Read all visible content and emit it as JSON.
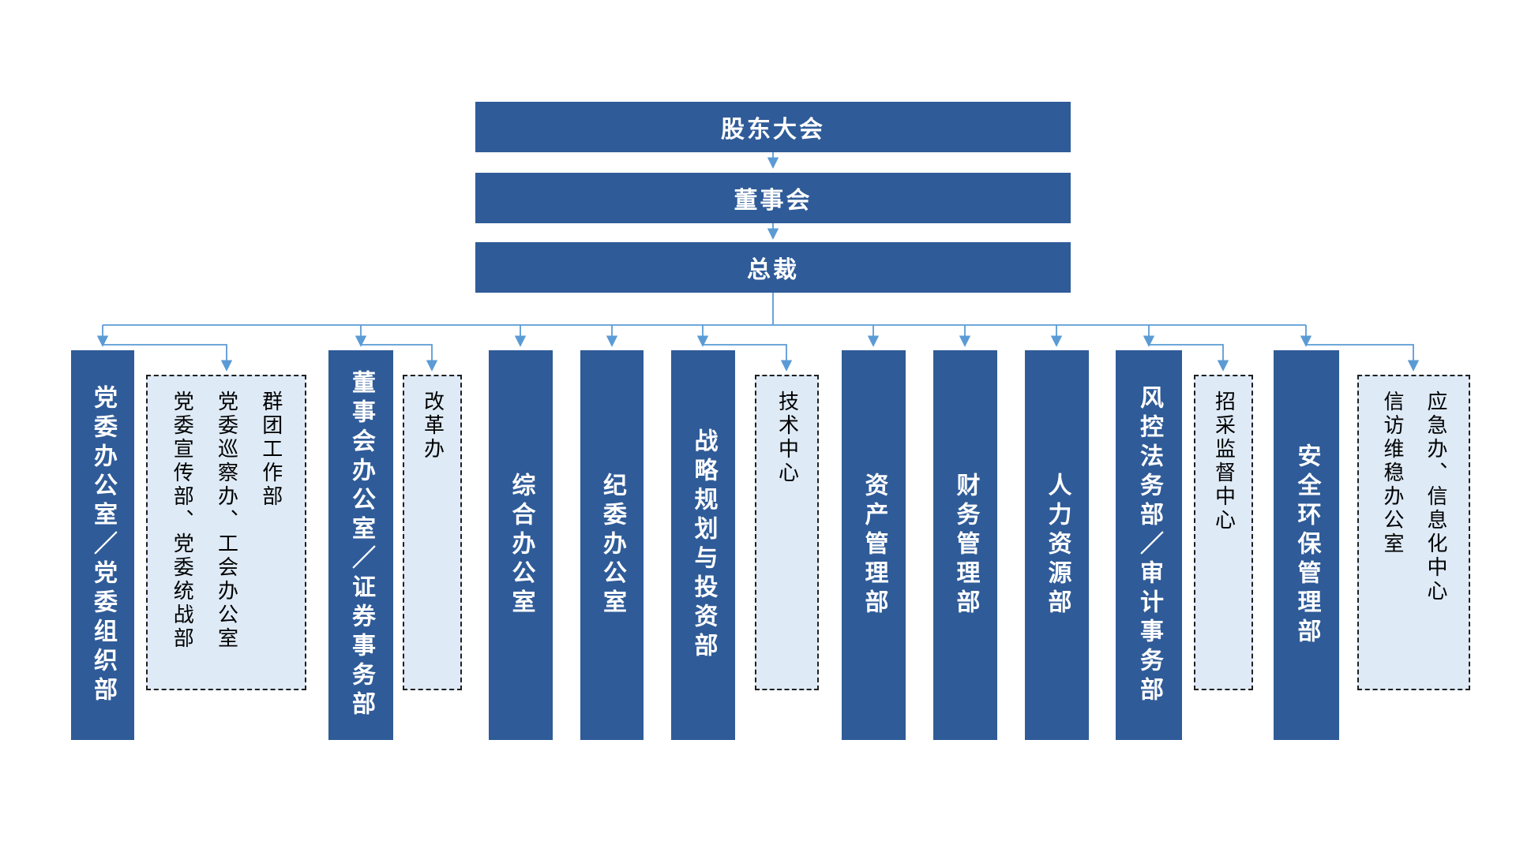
{
  "top_nodes": [
    {
      "label": "股东大会"
    },
    {
      "label": "董事会"
    },
    {
      "label": "总裁"
    }
  ],
  "departments": [
    {
      "type": "solid",
      "label": "党委办公室／党委组织部"
    },
    {
      "type": "dashed",
      "lines": [
        "群团工作部",
        "党委巡察办、工会办公室",
        "党委宣传部、党委统战部"
      ]
    },
    {
      "type": "solid",
      "label": "董事会办公室／证券事务部"
    },
    {
      "type": "dashed",
      "lines": [
        "改革办"
      ]
    },
    {
      "type": "solid",
      "label": "综合办公室"
    },
    {
      "type": "solid",
      "label": "纪委办公室"
    },
    {
      "type": "solid",
      "label": "战略规划与投资部"
    },
    {
      "type": "dashed",
      "lines": [
        "技术中心"
      ]
    },
    {
      "type": "solid",
      "label": "资产管理部"
    },
    {
      "type": "solid",
      "label": "财务管理部"
    },
    {
      "type": "solid",
      "label": "人力资源部"
    },
    {
      "type": "solid",
      "label": "风控法务部／审计事务部"
    },
    {
      "type": "dashed",
      "lines": [
        "招采监督中心"
      ]
    },
    {
      "type": "solid",
      "label": "安全环保管理部"
    },
    {
      "type": "dashed",
      "lines": [
        "应急办、信息化中心",
        "信访维稳办公室"
      ]
    }
  ],
  "colors": {
    "solid_fill": "#2F5B98",
    "solid_text": "#FFFFFF",
    "dashed_fill": "#DEEAF6",
    "dashed_border": "#1F1F1F",
    "dashed_text": "#000000",
    "connector": "#5B9BD5",
    "background": "#FFFFFF"
  }
}
